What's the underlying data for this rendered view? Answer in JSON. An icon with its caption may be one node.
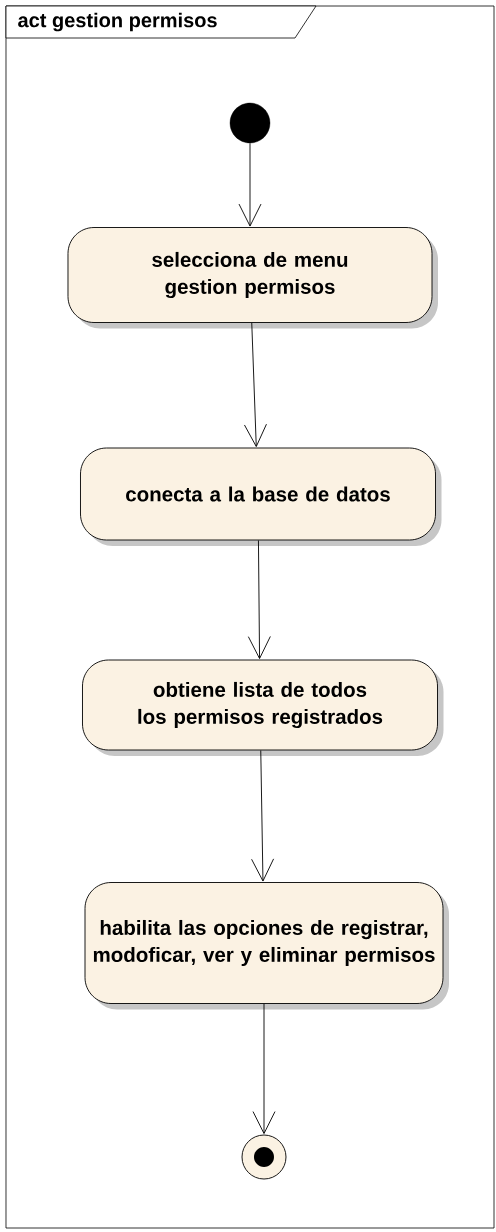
{
  "diagram": {
    "title": "act gestion permisos",
    "nodes": [
      {
        "text": [],
        "shape": "circle"
      },
      {
        "text": [
          "selecciona de menu gestion permisos"
        ]
      },
      {
        "text": [
          "conecta a la base de datos"
        ]
      },
      {
        "text": [
          "obtiene lista de todos los permisos registrados"
        ]
      },
      {
        "text": [
          "habilita las opciones de registrar, modoficar, ver y eliminar permisos"
        ]
      },
      {
        "text": [],
        "shape": "circle"
      }
    ],
    "edges": [
      {
        "from": 0,
        "to": 1,
        "arrow": "to"
      },
      {
        "from": 1,
        "to": 2,
        "arrow": "to"
      },
      {
        "from": 2,
        "to": 3,
        "arrow": "to"
      },
      {
        "from": 3,
        "to": 4,
        "arrow": "to"
      },
      {
        "from": 4,
        "to": 5,
        "arrow": "to"
      }
    ]
  }
}
